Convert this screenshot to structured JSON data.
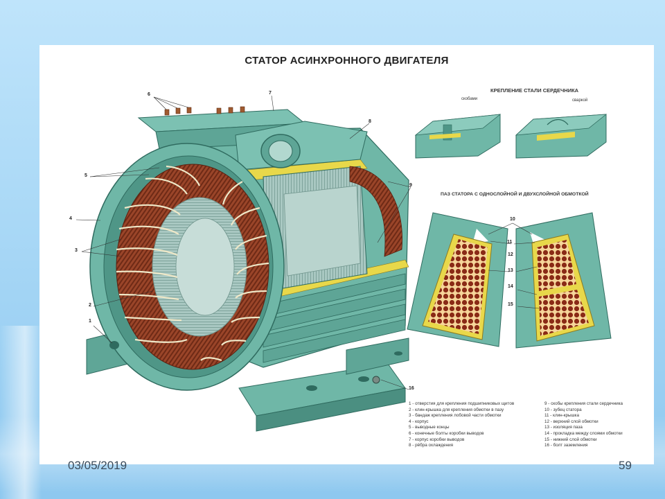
{
  "title": "СТАТОР АСИНХРОННОГО ДВИГАТЕЛЯ",
  "core_section": {
    "title": "КРЕПЛЕНИЕ СТАЛИ СЕРДЕЧНИКА",
    "left_label": "скобами",
    "right_label": "сваркой"
  },
  "slot_section": {
    "title": "ПАЗ СТАТОРА С ОДНОСЛОЙНОЙ И ДВУХСЛОЙНОЙ ОБМОТКОЙ"
  },
  "callouts": {
    "n1": "1",
    "n2": "2",
    "n3": "3",
    "n4": "4",
    "n5": "5",
    "n6": "6",
    "n7": "7",
    "n8": "8",
    "n9": "9",
    "n10": "10",
    "n11": "11",
    "n12": "12",
    "n13": "13",
    "n14": "14",
    "n15": "15",
    "n16": "16"
  },
  "legend_left": [
    "1 - отверстия для крепления подшипниковых щитов",
    "2 - клин-крышка для крепления обмотки в пазу",
    "3 - бандаж крепления лобовой части обмотки",
    "4 - корпус",
    "5 - выводные концы",
    "6 - конечные болты коробки выводов",
    "7 - корпус коробки выводов",
    "8 - рёбра охлаждения"
  ],
  "legend_right": [
    "9 - скобы крепления стали сердечника",
    "10 - зубец статора",
    "11 - клин-крышка",
    "12 - верхний слой обмотки",
    "13 - изоляция паза",
    "14 - прокладка между слоями обмотки",
    "15 - нижний слой обмотки",
    "16 - болт заземления"
  ],
  "footer": {
    "date": "03/05/2019",
    "page": "59"
  },
  "colors": {
    "housing": "#6fb7a7",
    "housing_dark": "#3f8677",
    "winding": "#8c3a23",
    "bands": "#efe8c8",
    "insulation": "#e8d84a"
  }
}
